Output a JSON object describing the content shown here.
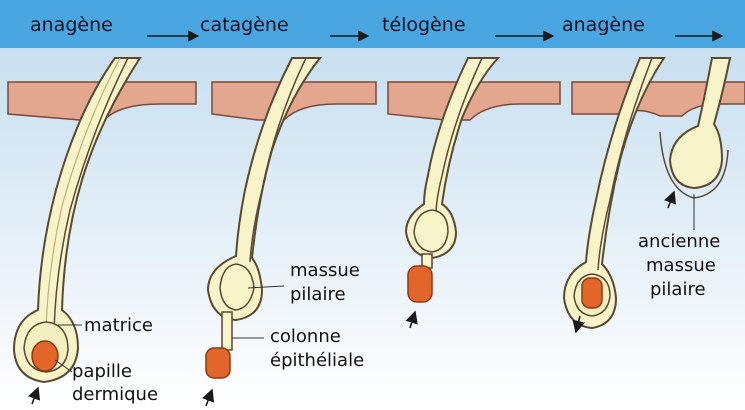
{
  "header": {
    "stages": [
      "anagène",
      "catagène",
      "télogène",
      "anagène"
    ]
  },
  "labels": {
    "matrice": "matrice",
    "papille_line1": "papille",
    "papille_line2": "dermique",
    "massue_line1": "massue",
    "massue_line2": "pilaire",
    "colonne_line1": "colonne",
    "colonne_line2": "épithéliale",
    "ancienne_line1": "ancienne",
    "ancienne_line2": "massue",
    "ancienne_line3": "pilaire"
  },
  "colors": {
    "header_band": "#4aa6e0",
    "sky": "#cfe3f1",
    "skin": "#e3a78f",
    "hair_fill": "#f8f3c8",
    "outline": "#5a4a32",
    "papilla": "#e2662a"
  }
}
